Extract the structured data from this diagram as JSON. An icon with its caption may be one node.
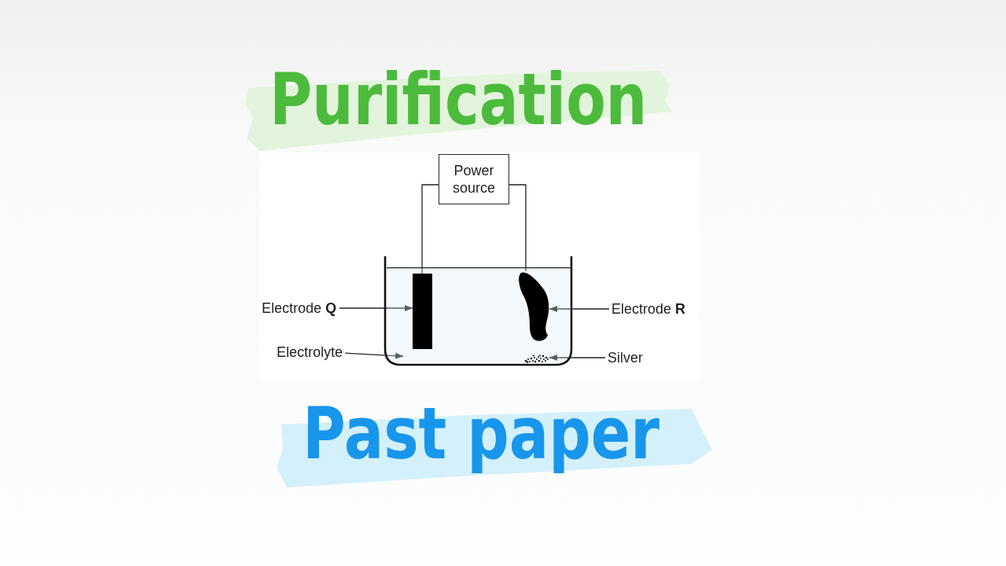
{
  "diagram": {
    "title": "Purification",
    "caption": "Past paper",
    "nodes": [
      {
        "text": [
          "Power source"
        ]
      },
      {
        "text": [
          "Electrode **Q**"
        ]
      },
      {
        "text": [],
        "shape": "liquid"
      },
      {
        "text": [],
        "shape": "bar",
        "in": 2
      },
      {
        "text": [],
        "shape": "blob",
        "in": 2
      },
      {
        "text": [
          "Electrode **R**"
        ]
      },
      {
        "text": [
          "Electrolyte"
        ]
      },
      {
        "text": [],
        "shape": "dots",
        "in": 2
      },
      {
        "text": [
          "Silver"
        ]
      }
    ],
    "edges": [
      {
        "from": 0,
        "to": 3,
        "arrow": "none"
      },
      {
        "from": 0,
        "to": 4,
        "arrow": "none"
      },
      {
        "from": 1,
        "to": 3,
        "arrow": "to"
      },
      {
        "from": 5,
        "to": 4,
        "arrow": "to"
      },
      {
        "from": 6,
        "to": 2,
        "arrow": "to"
      },
      {
        "from": 8,
        "to": 7,
        "arrow": "to"
      }
    ]
  }
}
